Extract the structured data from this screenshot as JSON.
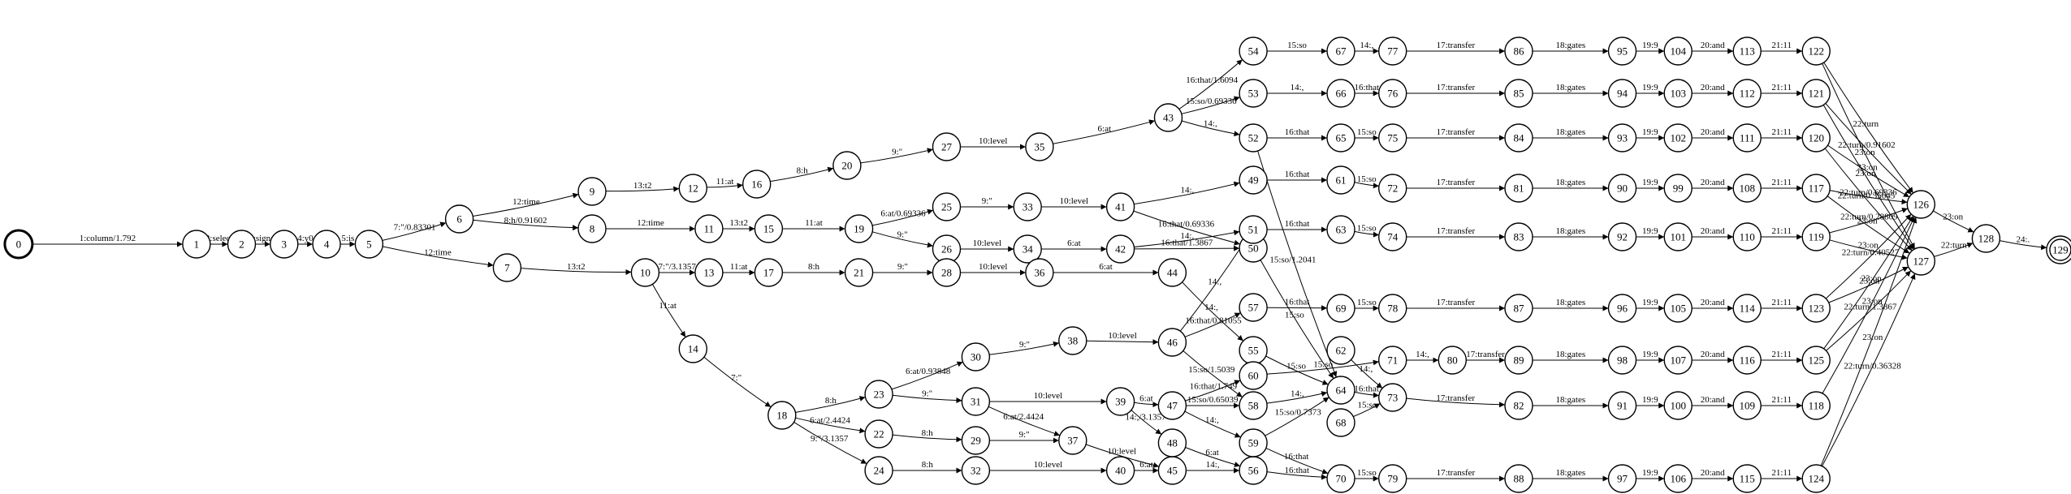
{
  "initial_state": "0",
  "final_states": [
    "129"
  ],
  "states": [
    "0",
    "1",
    "2",
    "3",
    "4",
    "5",
    "6",
    "7",
    "8",
    "9",
    "10",
    "11",
    "12",
    "13",
    "14",
    "15",
    "16",
    "17",
    "18",
    "19",
    "20",
    "21",
    "22",
    "23",
    "24",
    "25",
    "26",
    "27",
    "28",
    "29",
    "30",
    "31",
    "32",
    "33",
    "34",
    "35",
    "36",
    "37",
    "38",
    "39",
    "40",
    "41",
    "42",
    "43",
    "44",
    "45",
    "46",
    "47",
    "48",
    "49",
    "50",
    "51",
    "52",
    "53",
    "54",
    "55",
    "56",
    "57",
    "58",
    "59",
    "60",
    "61",
    "62",
    "63",
    "64",
    "65",
    "66",
    "67",
    "68",
    "69",
    "70",
    "71",
    "72",
    "73",
    "74",
    "75",
    "76",
    "77",
    "78",
    "79",
    "80",
    "81",
    "82",
    "83",
    "84",
    "85",
    "86",
    "87",
    "88",
    "89",
    "90",
    "91",
    "92",
    "93",
    "94",
    "95",
    "96",
    "97",
    "98",
    "99",
    "100",
    "101",
    "102",
    "103",
    "104",
    "105",
    "106",
    "107",
    "108",
    "109",
    "110",
    "111",
    "112",
    "113",
    "114",
    "115",
    "116",
    "117",
    "118",
    "119",
    "120",
    "121",
    "122",
    "123",
    "124",
    "125",
    "126",
    "127",
    "128",
    "129"
  ],
  "edges": [
    {
      "from": "0",
      "to": "1",
      "label": "1:column/1.792"
    },
    {
      "from": "1",
      "to": "2",
      "label": "2:select"
    },
    {
      "from": "2",
      "to": "3",
      "label": "3:signal"
    },
    {
      "from": "3",
      "to": "4",
      "label": "4:y0"
    },
    {
      "from": "4",
      "to": "5",
      "label": "5:is"
    },
    {
      "from": "5",
      "to": "6",
      "label": "7:\"/0.83301"
    },
    {
      "from": "5",
      "to": "7",
      "label": "12:time"
    },
    {
      "from": "6",
      "to": "9",
      "label": "12:time"
    },
    {
      "from": "6",
      "to": "8",
      "label": "8:h/0.91602"
    },
    {
      "from": "7",
      "to": "10",
      "label": "13:t2"
    },
    {
      "from": "8",
      "to": "11",
      "label": "12:time"
    },
    {
      "from": "9",
      "to": "12",
      "label": "13:t2"
    },
    {
      "from": "10",
      "to": "13",
      "label": "7:\"/3.1357"
    },
    {
      "from": "10",
      "to": "14",
      "label": "11:at"
    },
    {
      "from": "11",
      "to": "15",
      "label": "13:t2"
    },
    {
      "from": "12",
      "to": "16",
      "label": "11:at"
    },
    {
      "from": "13",
      "to": "17",
      "label": "11:at"
    },
    {
      "from": "14",
      "to": "18",
      "label": "7:\""
    },
    {
      "from": "15",
      "to": "19",
      "label": "11:at"
    },
    {
      "from": "16",
      "to": "20",
      "label": "8:h"
    },
    {
      "from": "17",
      "to": "21",
      "label": "8:h"
    },
    {
      "from": "18",
      "to": "23",
      "label": "8:h"
    },
    {
      "from": "18",
      "to": "22",
      "label": "6:at/2.4424"
    },
    {
      "from": "18",
      "to": "24",
      "label": "9:\"/3.1357"
    },
    {
      "from": "19",
      "to": "25",
      "label": "6:at/0.69336"
    },
    {
      "from": "19",
      "to": "26",
      "label": "9:\""
    },
    {
      "from": "20",
      "to": "27",
      "label": "9:\""
    },
    {
      "from": "21",
      "to": "28",
      "label": "9:\""
    },
    {
      "from": "22",
      "to": "29",
      "label": "8:h"
    },
    {
      "from": "23",
      "to": "30",
      "label": "6:at/0.93848"
    },
    {
      "from": "23",
      "to": "31",
      "label": "9:\""
    },
    {
      "from": "24",
      "to": "32",
      "label": "8:h"
    },
    {
      "from": "25",
      "to": "33",
      "label": "9:\""
    },
    {
      "from": "26",
      "to": "34",
      "label": "10:level"
    },
    {
      "from": "27",
      "to": "35",
      "label": "10:level"
    },
    {
      "from": "28",
      "to": "36",
      "label": "10:level"
    },
    {
      "from": "29",
      "to": "37",
      "label": "9:\""
    },
    {
      "from": "30",
      "to": "38",
      "label": "9:\""
    },
    {
      "from": "31",
      "to": "39",
      "label": "10:level"
    },
    {
      "from": "31",
      "to": "37",
      "label": "6:at/2.4424"
    },
    {
      "from": "32",
      "to": "40",
      "label": "10:level"
    },
    {
      "from": "33",
      "to": "41",
      "label": "10:level"
    },
    {
      "from": "34",
      "to": "42",
      "label": "6:at"
    },
    {
      "from": "35",
      "to": "43",
      "label": "6:at"
    },
    {
      "from": "36",
      "to": "44",
      "label": "6:at"
    },
    {
      "from": "37",
      "to": "45",
      "label": "10:level"
    },
    {
      "from": "38",
      "to": "46",
      "label": "10:level"
    },
    {
      "from": "39",
      "to": "47",
      "label": "6:at"
    },
    {
      "from": "39",
      "to": "48",
      "label": "14:,/3.1357"
    },
    {
      "from": "40",
      "to": "45",
      "label": "6:at"
    },
    {
      "from": "41",
      "to": "49",
      "label": "14:,"
    },
    {
      "from": "41",
      "to": "50",
      "label": "16:that/0.69336"
    },
    {
      "from": "42",
      "to": "51",
      "label": "14:,"
    },
    {
      "from": "42",
      "to": "50",
      "label": "16:that/1.3867"
    },
    {
      "from": "43",
      "to": "54",
      "label": "16:that/1.6094"
    },
    {
      "from": "43",
      "to": "53",
      "label": "15:so/0.69336"
    },
    {
      "from": "43",
      "to": "52",
      "label": "14:,"
    },
    {
      "from": "44",
      "to": "55",
      "label": "14:,"
    },
    {
      "from": "45",
      "to": "56",
      "label": "14:,"
    },
    {
      "from": "46",
      "to": "57",
      "label": "16:that/0.81055"
    },
    {
      "from": "46",
      "to": "51",
      "label": "14:,"
    },
    {
      "from": "46",
      "to": "58",
      "label": "15:so/1.5039"
    },
    {
      "from": "47",
      "to": "60",
      "label": "16:that/1.749"
    },
    {
      "from": "47",
      "to": "58",
      "label": "15:so/0.65039"
    },
    {
      "from": "47",
      "to": "59",
      "label": "14:,"
    },
    {
      "from": "48",
      "to": "56",
      "label": "6:at"
    },
    {
      "from": "49",
      "to": "61",
      "label": "16:that"
    },
    {
      "from": "50",
      "to": "64",
      "label": "15:so"
    },
    {
      "from": "51",
      "to": "63",
      "label": "16:that"
    },
    {
      "from": "52",
      "to": "65",
      "label": "16:that"
    },
    {
      "from": "52",
      "to": "64",
      "label": "15:so/1.2041"
    },
    {
      "from": "53",
      "to": "66",
      "label": "14:,"
    },
    {
      "from": "54",
      "to": "67",
      "label": "15:so"
    },
    {
      "from": "55",
      "to": "64",
      "label": "15:so"
    },
    {
      "from": "56",
      "to": "70",
      "label": "16:that"
    },
    {
      "from": "57",
      "to": "69",
      "label": "16:that"
    },
    {
      "from": "58",
      "to": "64",
      "label": "14:,"
    },
    {
      "from": "59",
      "to": "64",
      "label": "15:so/0.7373"
    },
    {
      "from": "59",
      "to": "70",
      "label": "16:that"
    },
    {
      "from": "60",
      "to": "71",
      "label": "15:so"
    },
    {
      "from": "61",
      "to": "72",
      "label": "15:so"
    },
    {
      "from": "62",
      "to": "73",
      "label": "14:,"
    },
    {
      "from": "63",
      "to": "74",
      "label": "15:so"
    },
    {
      "from": "64",
      "to": "73",
      "label": "16:that"
    },
    {
      "from": "65",
      "to": "75",
      "label": "15:so"
    },
    {
      "from": "66",
      "to": "76",
      "label": "16:that"
    },
    {
      "from": "67",
      "to": "77",
      "label": "14:,"
    },
    {
      "from": "68",
      "to": "73",
      "label": "15:so"
    },
    {
      "from": "69",
      "to": "78",
      "label": "15:so"
    },
    {
      "from": "70",
      "to": "79",
      "label": "15:so"
    },
    {
      "from": "71",
      "to": "80",
      "label": "14:,"
    },
    {
      "from": "72",
      "to": "81",
      "label": "17:transfer"
    },
    {
      "from": "73",
      "to": "82",
      "label": "17:transfer"
    },
    {
      "from": "74",
      "to": "83",
      "label": "17:transfer"
    },
    {
      "from": "75",
      "to": "84",
      "label": "17:transfer"
    },
    {
      "from": "76",
      "to": "85",
      "label": "17:transfer"
    },
    {
      "from": "77",
      "to": "86",
      "label": "17:transfer"
    },
    {
      "from": "78",
      "to": "87",
      "label": "17:transfer"
    },
    {
      "from": "79",
      "to": "88",
      "label": "17:transfer"
    },
    {
      "from": "80",
      "to": "89",
      "label": "17:transfer"
    },
    {
      "from": "81",
      "to": "90",
      "label": "18:gates"
    },
    {
      "from": "82",
      "to": "91",
      "label": "18:gates"
    },
    {
      "from": "83",
      "to": "92",
      "label": "18:gates"
    },
    {
      "from": "84",
      "to": "93",
      "label": "18:gates"
    },
    {
      "from": "85",
      "to": "94",
      "label": "18:gates"
    },
    {
      "from": "86",
      "to": "95",
      "label": "18:gates"
    },
    {
      "from": "87",
      "to": "96",
      "label": "18:gates"
    },
    {
      "from": "88",
      "to": "97",
      "label": "18:gates"
    },
    {
      "from": "89",
      "to": "98",
      "label": "18:gates"
    },
    {
      "from": "90",
      "to": "99",
      "label": "19:9"
    },
    {
      "from": "91",
      "to": "100",
      "label": "19:9"
    },
    {
      "from": "92",
      "to": "101",
      "label": "19:9"
    },
    {
      "from": "93",
      "to": "102",
      "label": "19:9"
    },
    {
      "from": "94",
      "to": "103",
      "label": "19:9"
    },
    {
      "from": "95",
      "to": "104",
      "label": "19:9"
    },
    {
      "from": "96",
      "to": "105",
      "label": "19:9"
    },
    {
      "from": "97",
      "to": "106",
      "label": "19:9"
    },
    {
      "from": "98",
      "to": "107",
      "label": "19:9"
    },
    {
      "from": "99",
      "to": "108",
      "label": "20:and"
    },
    {
      "from": "100",
      "to": "109",
      "label": "20:and"
    },
    {
      "from": "101",
      "to": "110",
      "label": "20:and"
    },
    {
      "from": "102",
      "to": "111",
      "label": "20:and"
    },
    {
      "from": "103",
      "to": "112",
      "label": "20:and"
    },
    {
      "from": "104",
      "to": "113",
      "label": "20:and"
    },
    {
      "from": "105",
      "to": "114",
      "label": "20:and"
    },
    {
      "from": "106",
      "to": "115",
      "label": "20:and"
    },
    {
      "from": "107",
      "to": "116",
      "label": "20:and"
    },
    {
      "from": "108",
      "to": "117",
      "label": "21:11"
    },
    {
      "from": "109",
      "to": "118",
      "label": "21:11"
    },
    {
      "from": "110",
      "to": "119",
      "label": "21:11"
    },
    {
      "from": "111",
      "to": "120",
      "label": "21:11"
    },
    {
      "from": "112",
      "to": "121",
      "label": "21:11"
    },
    {
      "from": "113",
      "to": "122",
      "label": "21:11"
    },
    {
      "from": "114",
      "to": "123",
      "label": "21:11"
    },
    {
      "from": "115",
      "to": "124",
      "label": "21:11"
    },
    {
      "from": "116",
      "to": "125",
      "label": "21:11"
    },
    {
      "from": "117",
      "to": "126",
      "label": "22:turn/0.69336"
    },
    {
      "from": "117",
      "to": "127",
      "label": "23:on"
    },
    {
      "from": "118",
      "to": "126",
      "label": "23:on"
    },
    {
      "from": "119",
      "to": "126",
      "label": "22:turn/0.28809"
    },
    {
      "from": "119",
      "to": "127",
      "label": "23:on"
    },
    {
      "from": "120",
      "to": "126",
      "label": "23:on"
    },
    {
      "from": "120",
      "to": "127",
      "label": "22:turn/0.35645"
    },
    {
      "from": "121",
      "to": "126",
      "label": "22:turn/0.91602"
    },
    {
      "from": "121",
      "to": "127",
      "label": "23:on"
    },
    {
      "from": "122",
      "to": "126",
      "label": "22:turn"
    },
    {
      "from": "122",
      "to": "127",
      "label": "23:on"
    },
    {
      "from": "123",
      "to": "126",
      "label": "22:turn/0.40527"
    },
    {
      "from": "123",
      "to": "127",
      "label": "23:on"
    },
    {
      "from": "124",
      "to": "126",
      "label": "23:on"
    },
    {
      "from": "124",
      "to": "127",
      "label": "22:turn/0.36328"
    },
    {
      "from": "125",
      "to": "126",
      "label": "23:on"
    },
    {
      "from": "125",
      "to": "127",
      "label": "22:turn/1.3867"
    },
    {
      "from": "126",
      "to": "128",
      "label": "23:on"
    },
    {
      "from": "127",
      "to": "128",
      "label": "22:turn"
    },
    {
      "from": "128",
      "to": "129",
      "label": "24:."
    }
  ]
}
